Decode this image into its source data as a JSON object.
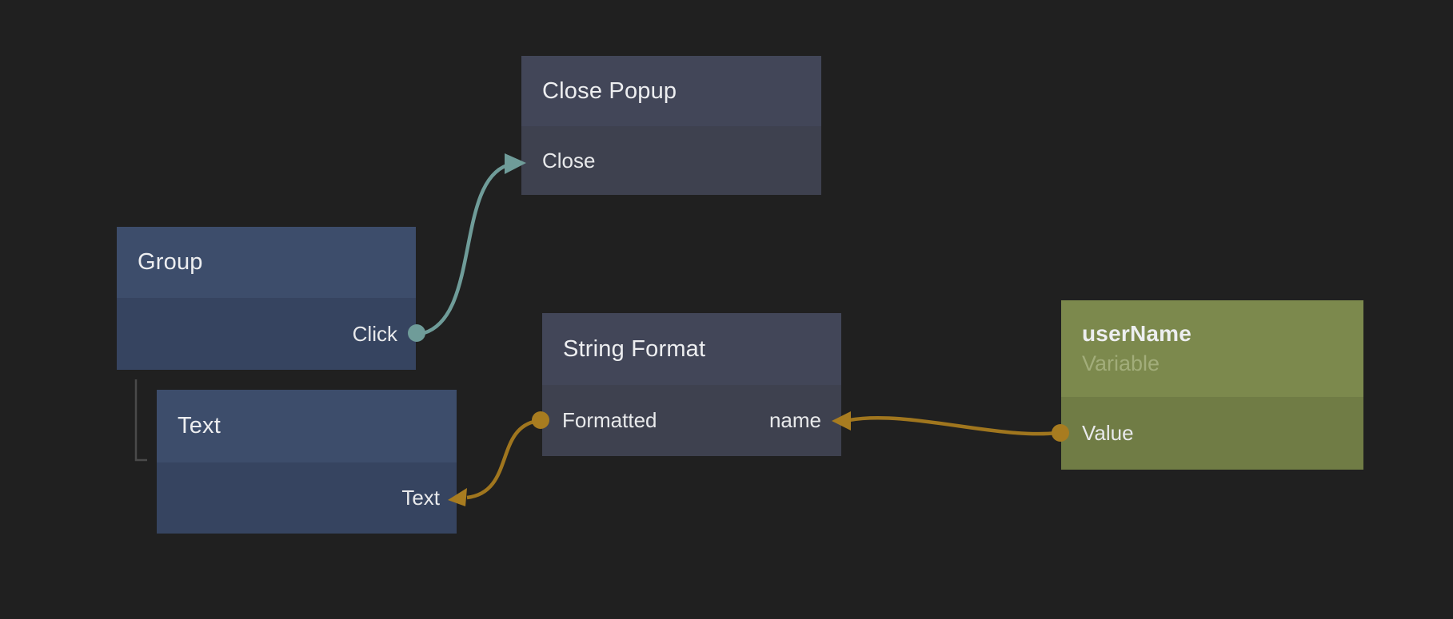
{
  "canvas": {
    "background": "#202020"
  },
  "colors": {
    "signal_connection_teal": "#6f9c99",
    "data_connection_gold": "#a0761e",
    "visual_node_header_blue": "#3d4d6b",
    "visual_node_body_blue": "#364460",
    "logic_node_header_gray": "#424658",
    "logic_node_body_gray": "#3e414f",
    "variable_node_header_olive": "#7c894d",
    "variable_node_body_olive": "#707c45",
    "child_connector_gray": "#4a4a4a"
  },
  "nodes": {
    "close_popup": {
      "title": "Close Popup",
      "ports": {
        "close": {
          "label": "Close",
          "direction": "input",
          "type": "signal"
        }
      }
    },
    "group": {
      "title": "Group",
      "ports": {
        "click": {
          "label": "Click",
          "direction": "output",
          "type": "signal"
        }
      }
    },
    "text": {
      "title": "Text",
      "ports": {
        "text": {
          "label": "Text",
          "direction": "input",
          "type": "data"
        }
      }
    },
    "string_format": {
      "title": "String Format",
      "ports": {
        "formatted": {
          "label": "Formatted",
          "direction": "output",
          "type": "data"
        },
        "name": {
          "label": "name",
          "direction": "input",
          "type": "data"
        }
      }
    },
    "user_name": {
      "title": "userName",
      "subtitle": "Variable",
      "ports": {
        "value": {
          "label": "Value",
          "direction": "output",
          "type": "data"
        }
      }
    }
  },
  "hierarchy": [
    {
      "parent": "Group",
      "child": "Text"
    }
  ],
  "connections": [
    {
      "from": "Group.Click",
      "to": "Close Popup.Close",
      "type": "signal",
      "color": "#6f9c99"
    },
    {
      "from": "String Format.Formatted",
      "to": "Text.Text",
      "type": "data",
      "color": "#a0761e"
    },
    {
      "from": "userName.Value",
      "to": "String Format.name",
      "type": "data",
      "color": "#a0761e"
    }
  ]
}
